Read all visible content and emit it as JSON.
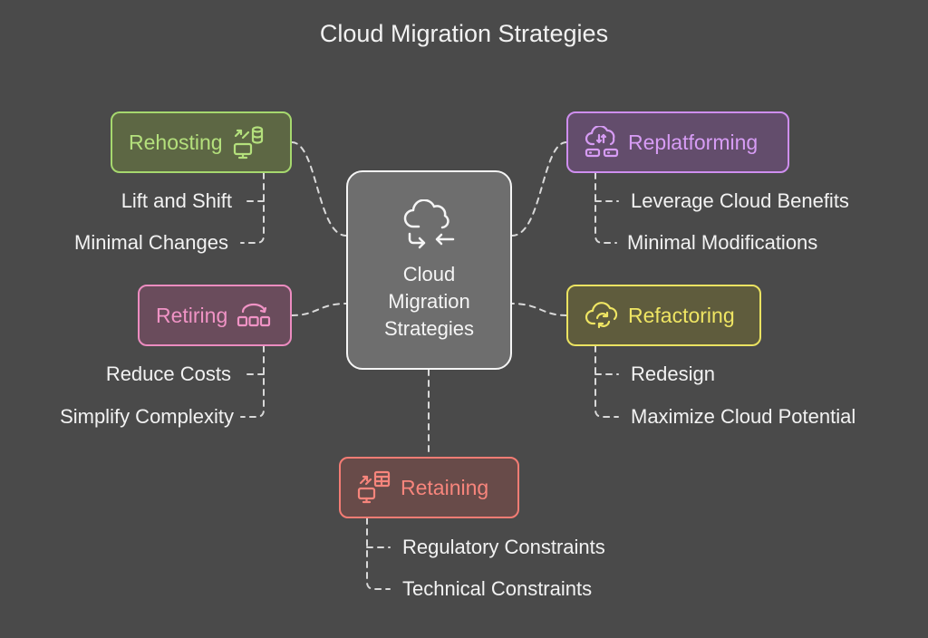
{
  "title": "Cloud Migration Strategies",
  "center": {
    "label": [
      "Cloud",
      "Migration",
      "Strategies"
    ],
    "icon": "cloud-sync-icon"
  },
  "strategies": {
    "rehosting": {
      "label": "Rehosting",
      "icon": "server-transfer-icon",
      "color": "#a6d86e",
      "items": [
        "Lift and Shift",
        "Minimal Changes"
      ]
    },
    "replatforming": {
      "label": "Replatforming",
      "icon": "cloud-network-icon",
      "color": "#cf8ef0",
      "items": [
        "Leverage Cloud Benefits",
        "Minimal Modifications"
      ]
    },
    "retiring": {
      "label": "Retiring",
      "icon": "decommission-icon",
      "color": "#ec8cc0",
      "items": [
        "Reduce Costs",
        "Simplify Complexity"
      ]
    },
    "refactoring": {
      "label": "Refactoring",
      "icon": "cloud-refresh-icon",
      "color": "#ebe361",
      "items": [
        "Redesign",
        "Maximize Cloud Potential"
      ]
    },
    "retaining": {
      "label": "Retaining",
      "icon": "on-premise-icon",
      "color": "#f47c74",
      "items": [
        "Regulatory Constraints",
        "Technical Constraints"
      ]
    }
  },
  "colors": {
    "background": "#4a4a4a",
    "connector": "#d9d9d9",
    "text": "#f2f2f2"
  }
}
